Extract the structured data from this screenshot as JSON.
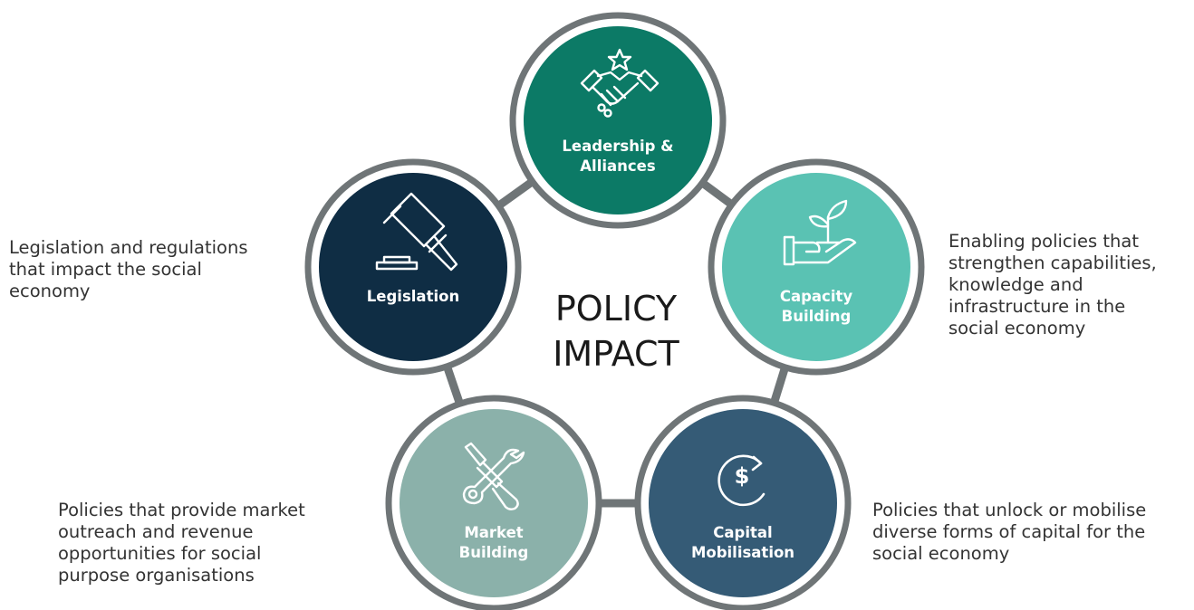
{
  "title_lines": [
    "POLICY",
    "IMPACT"
  ],
  "nodes": [
    {
      "id": "leadership",
      "label_lines": [
        "Leadership &",
        "Alliances"
      ],
      "color": "#0c7a66",
      "icon": "handshake-star-icon"
    },
    {
      "id": "capacity",
      "label_lines": [
        "Capacity",
        "Building"
      ],
      "color": "#5ac2b3",
      "icon": "hand-plant-icon"
    },
    {
      "id": "capital",
      "label_lines": [
        "Capital",
        "Mobilisation"
      ],
      "color": "#355b76",
      "icon": "dollar-cycle-icon"
    },
    {
      "id": "market",
      "label_lines": [
        "Market",
        "Building"
      ],
      "color": "#8bb1aa",
      "icon": "wrench-screwdriver-icon"
    },
    {
      "id": "legislation",
      "label_lines": [
        "Legislation"
      ],
      "color": "#0f2d44",
      "icon": "gavel-icon"
    }
  ],
  "descriptions": {
    "legislation": [
      "Legislation and regulations",
      "that impact the social",
      "economy"
    ],
    "capacity": [
      "Enabling policies that",
      "strengthen capabilities,",
      "knowledge and",
      "infrastructure in the",
      "social economy"
    ],
    "market": [
      "Policies that provide market",
      "outreach and revenue",
      "opportunities for social",
      "purpose organisations"
    ],
    "capital": [
      "Policies that unlock or mobilise",
      "diverse forms of capital for the",
      "social economy"
    ]
  },
  "ring_color": "#6f7577"
}
